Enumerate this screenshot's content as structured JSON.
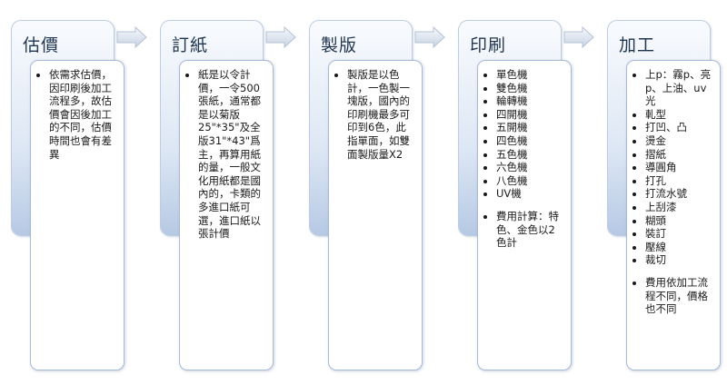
{
  "diagram": {
    "steps": [
      {
        "title": "估價",
        "items": [
          "依需求估價，因印刷後加工流程多，故估價會因後加工的不同，估價時間也會有差異"
        ]
      },
      {
        "title": "訂紙",
        "items": [
          "紙是以令計價，一令500張紙，通常都是以菊版25\"*35\"及全版31\"*43\"爲主，再算用紙的量，一般文化用紙都是國內的，卡類的多進口紙可選，進口紙以張計價"
        ]
      },
      {
        "title": "製版",
        "items": [
          "製版是以色計，一色製一塊版，國內的印刷機最多可印到6色，此指單面，如雙面製版量X2"
        ]
      },
      {
        "title": "印刷",
        "items": [
          "單色機",
          "雙色機",
          "輪轉機",
          "四開機",
          "五開機",
          "四色機",
          "五色機",
          "六色機",
          "八色機",
          "UV機"
        ],
        "note": "費用計算：特色、金色以2色計"
      },
      {
        "title": "加工",
        "items": [
          "上p：霧p、亮p、上油、uv光",
          "軋型",
          "打凹、凸",
          "燙金",
          "摺紙",
          "導圓角",
          "打孔",
          "打流水號",
          "上刮漆",
          "糊頭",
          "裝訂",
          "壓線",
          "裁切"
        ],
        "note": "費用依加工流程不同，價格也不同"
      }
    ]
  }
}
